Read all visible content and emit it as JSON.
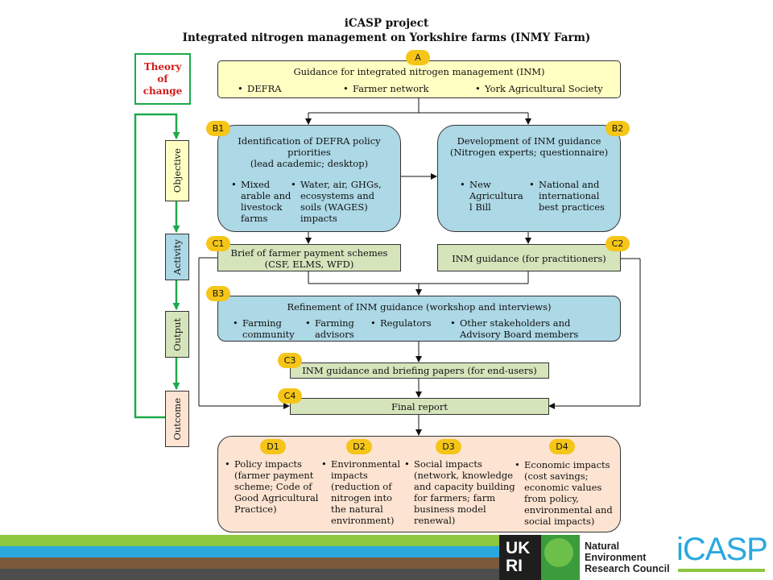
{
  "header": {
    "line1": "iCASP project",
    "line2": "Integrated nitrogen management on Yorkshire farms (INMY Farm)"
  },
  "theory_of_change": {
    "line1": "Theory",
    "line2": "of",
    "line3": "change"
  },
  "stages": {
    "objective": "Objective",
    "activity": "Activity",
    "output": "Output",
    "outcome": "Outcome"
  },
  "box_a": {
    "badge": "A",
    "title": "Guidance for integrated nitrogen management (INM)",
    "bullets": [
      "DEFRA",
      "Farmer network",
      "York Agricultural Society"
    ]
  },
  "box_b1": {
    "badge": "B1",
    "title_line1": "Identification of DEFRA policy",
    "title_line2": "priorities",
    "title_line3": "(lead academic; desktop)",
    "bullet1": [
      "Mixed",
      "arable and",
      "livestock",
      "farms"
    ],
    "bullet2": [
      "Water, air, GHGs,",
      "ecosystems and",
      "soils (WAGES)",
      "impacts"
    ]
  },
  "box_b2": {
    "badge": "B2",
    "title_line1": "Development of INM guidance",
    "title_line2": "(Nitrogen experts; questionnaire)",
    "bullet1": [
      "New",
      "Agricultura",
      "l Bill"
    ],
    "bullet2": [
      "National and",
      "international",
      "best practices"
    ]
  },
  "box_c1": {
    "badge": "C1",
    "line1": "Brief of farmer payment schemes",
    "line2": "(CSF, ELMS, WFD)"
  },
  "box_c2": {
    "badge": "C2",
    "line1": "INM guidance (for practitioners)"
  },
  "box_b3": {
    "badge": "B3",
    "title": "Refinement of INM guidance (workshop and interviews)",
    "bullet1": [
      "Farming",
      "community"
    ],
    "bullet2": [
      "Farming",
      "advisors"
    ],
    "bullet3": [
      "Regulators"
    ],
    "bullet4": [
      "Other stakeholders and",
      "Advisory Board members"
    ]
  },
  "box_c3": {
    "badge": "C3",
    "line1": "INM guidance and briefing papers (for end-users)"
  },
  "box_c4": {
    "badge": "C4",
    "line1": "Final report"
  },
  "box_d": {
    "d1": {
      "badge": "D1",
      "lines": [
        "Policy impacts",
        "(farmer payment",
        "scheme; Code of",
        "Good Agricultural",
        "Practice)"
      ]
    },
    "d2": {
      "badge": "D2",
      "lines": [
        "Environmental",
        "impacts",
        "(reduction of",
        "nitrogen into",
        "the natural",
        "environment)"
      ]
    },
    "d3": {
      "badge": "D3",
      "lines": [
        "Social impacts",
        "(network, knowledge",
        "and capacity building",
        "for farmers; farm",
        "business model",
        "renewal)"
      ]
    },
    "d4": {
      "badge": "D4",
      "lines": [
        "Economic impacts",
        "(cost savings;",
        "economic values",
        "from policy,",
        "environmental and",
        "social impacts)"
      ]
    }
  },
  "logos": {
    "ukri": {
      "l1": "UK",
      "l2": "RI"
    },
    "nerc": {
      "l1": "Natural",
      "l2": "Environment",
      "l3": "Research Council"
    },
    "icasp": "iCASP"
  },
  "colors": {
    "footer_stripes": [
      "#8dc63f",
      "#29a8e0",
      "#7b5a3c",
      "#4d4d4d"
    ],
    "badge": "#f5c518",
    "cycle_green": "#1daa4a"
  }
}
